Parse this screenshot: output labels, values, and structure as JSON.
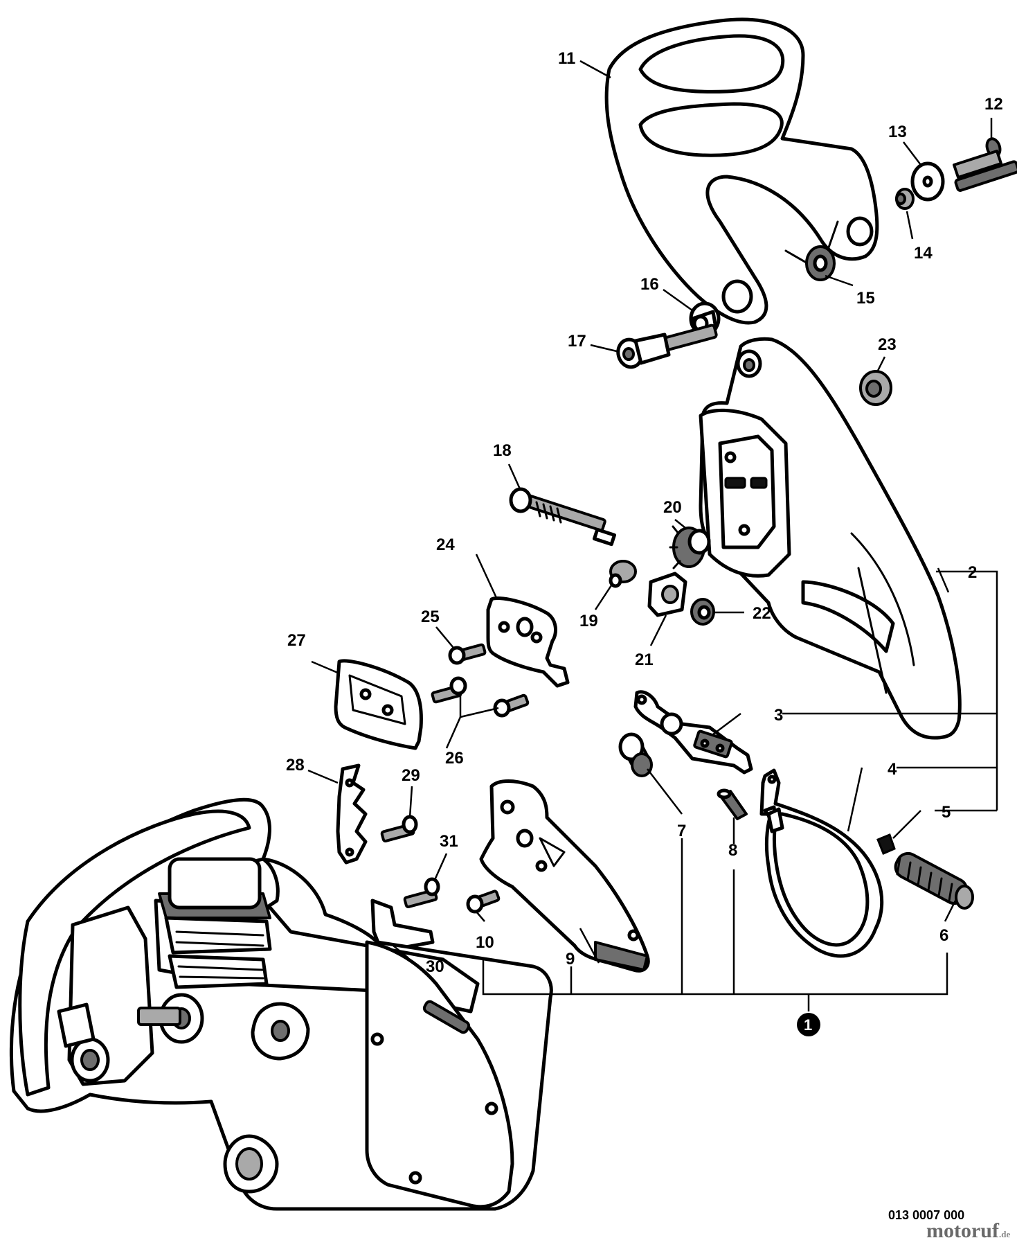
{
  "labels": {
    "p1": "1",
    "p2": "2",
    "p3": "3",
    "p4": "4",
    "p5": "5",
    "p6": "6",
    "p7": "7",
    "p8": "8",
    "p9": "9",
    "p10": "10",
    "p11": "11",
    "p12": "12",
    "p13": "13",
    "p14": "14",
    "p15": "15",
    "p16": "16",
    "p17": "17",
    "p18": "18",
    "p19": "19",
    "p20": "20",
    "p21": "21",
    "p22": "22",
    "p23": "23",
    "p24": "24",
    "p25": "25",
    "p26": "26",
    "p27": "27",
    "p28": "28",
    "p29": "29",
    "p30": "30",
    "p31": "31"
  },
  "footer": {
    "document_number": "013 0007 000",
    "watermark_main": "motoruf",
    "watermark_tld": ".de"
  }
}
